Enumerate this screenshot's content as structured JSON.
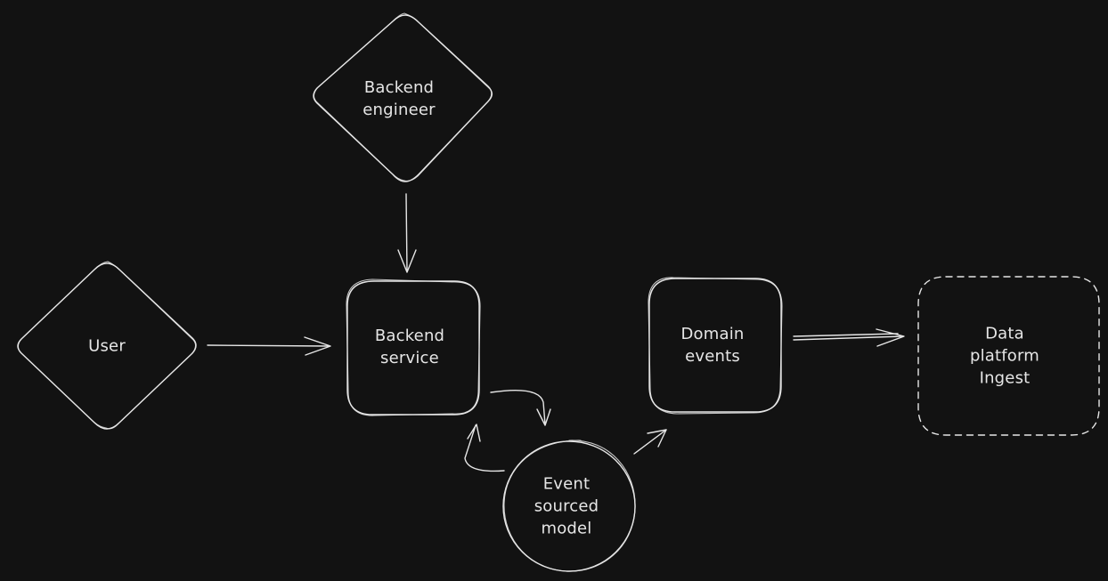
{
  "diagram": {
    "nodes": {
      "backend_engineer": {
        "label": "Backend\nengineer",
        "shape": "diamond"
      },
      "user": {
        "label": "User",
        "shape": "diamond"
      },
      "backend_service": {
        "label": "Backend\nservice",
        "shape": "rounded-rectangle"
      },
      "domain_events": {
        "label": "Domain\nevents",
        "shape": "rounded-rectangle"
      },
      "data_platform": {
        "label": "Data platform\nIngest",
        "shape": "dashed-rounded-rectangle"
      },
      "event_model": {
        "label": "Event\nsourced\nmodel",
        "shape": "circle"
      }
    },
    "edges": [
      {
        "from": "backend_engineer",
        "to": "backend_service"
      },
      {
        "from": "user",
        "to": "backend_service"
      },
      {
        "from": "backend_service",
        "to": "event_model"
      },
      {
        "from": "event_model",
        "to": "backend_service"
      },
      {
        "from": "event_model",
        "to": "domain_events"
      },
      {
        "from": "domain_events",
        "to": "data_platform"
      }
    ],
    "colors": {
      "background": "#121212",
      "stroke": "#e6e6e6",
      "text": "#e6e6e6"
    }
  }
}
